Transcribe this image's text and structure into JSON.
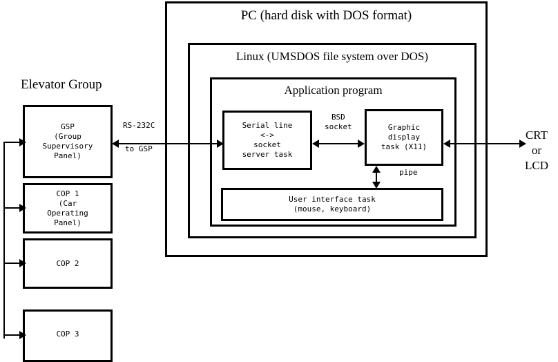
{
  "diagram": {
    "title_elevator_group": "Elevator Group",
    "pc": {
      "label": "PC (hard disk with DOS format)"
    },
    "linux": {
      "label": "Linux (UMSDOS file system over DOS)"
    },
    "application": {
      "label": "Application program"
    },
    "boxes": {
      "gsp": "GSP\n(Group\nSupervisory\nPanel)",
      "cop1": "COP 1\n(Car\nOperating\nPanel)",
      "cop2": "COP 2",
      "cop3": "COP 3",
      "serial_server": "Serial line\n<->\nsocket\nserver task",
      "graphic_display": "Graphic\ndisplay\ntask (X11)",
      "user_interface": "User interface task\n(mouse, keyboard)"
    },
    "link_labels": {
      "rs232c": "RS-232C",
      "to_gsp": "to GSP",
      "bsd_socket": "BSD\nsocket",
      "pipe": "pipe",
      "crt_or_lcd": "CRT\nor\nLCD"
    },
    "colors": {
      "ink": "#000000",
      "paper": "#ffffff"
    }
  }
}
